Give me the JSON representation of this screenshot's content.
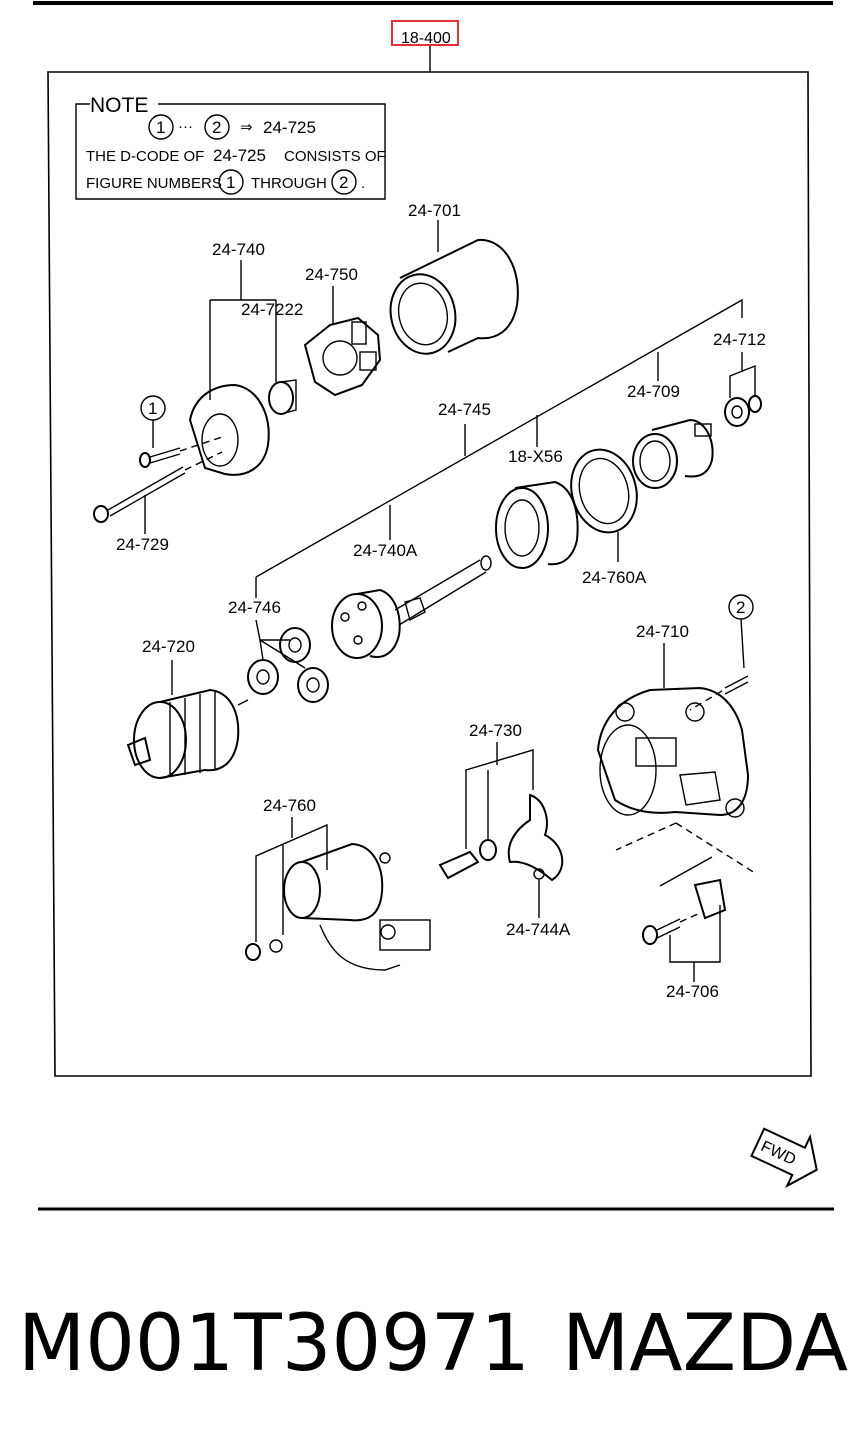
{
  "reference_code": "18-400",
  "note": {
    "title": "NOTE",
    "line1_ref_a": "1",
    "line1_dots": "···",
    "line1_ref_b": "2",
    "line1_arrow": "⇒",
    "line1_code": "24-725",
    "line2_prefix": "THE D-CODE OF",
    "line2_code": "24-725",
    "line2_suffix": "CONSISTS OF",
    "line3_prefix": "FIGURE NUMBERS",
    "line3_ref_a": "1",
    "line3_mid": "THROUGH",
    "line3_ref_b": "2",
    "line3_end": "."
  },
  "callouts": {
    "ref1": "1",
    "ref2": "2"
  },
  "labels": {
    "p24_701": "24-701",
    "p24_740": "24-740",
    "p24_750": "24-750",
    "p24_7222": "24-7222",
    "p24_712": "24-712",
    "p24_709": "24-709",
    "p24_745": "24-745",
    "p18_x56": "18-X56",
    "p24_729": "24-729",
    "p24_740a": "24-740A",
    "p24_760a": "24-760A",
    "p24_746": "24-746",
    "p24_720": "24-720",
    "p24_710": "24-710",
    "p24_730": "24-730",
    "p24_760": "24-760",
    "p24_744a": "24-744A",
    "p24_706": "24-706"
  },
  "fwd_label": "FWD",
  "footer": {
    "part_number": "M001T30971",
    "brand": "MAZDA"
  },
  "colors": {
    "highlight": "#e0303a",
    "ink": "#000000"
  }
}
